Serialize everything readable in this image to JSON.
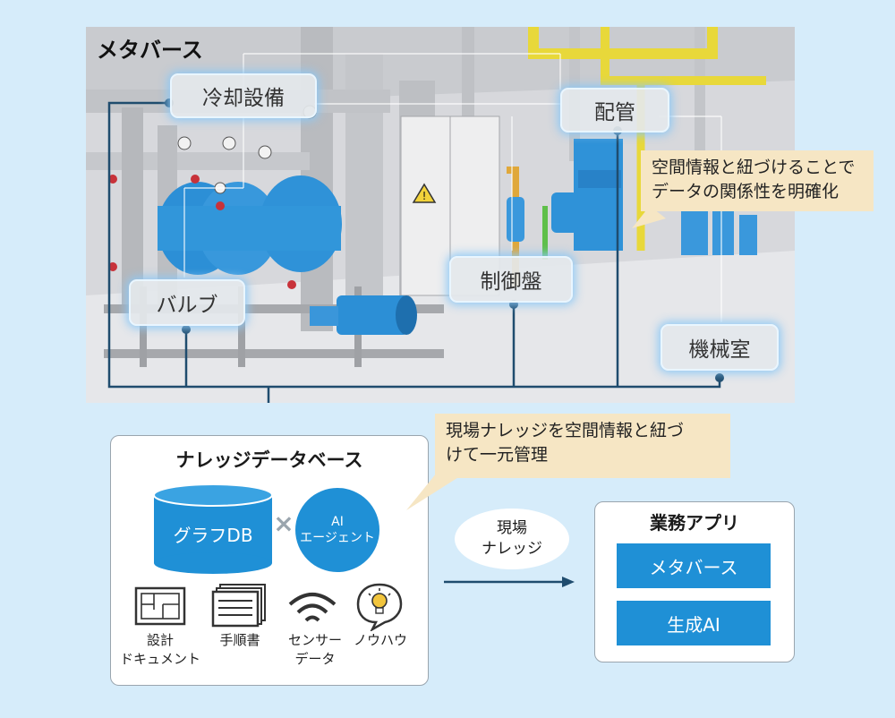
{
  "metaverse": {
    "title": "メタバース",
    "tags": {
      "cooling": "冷却設備",
      "piping": "配管",
      "valve": "バルブ",
      "control_panel": "制御盤",
      "machine_room": "機械室"
    },
    "callout": {
      "line1": "空間情報と紐づけることで",
      "line2": "データの関係性を明確化"
    }
  },
  "knowledge_db": {
    "title": "ナレッジデータベース",
    "graph_db": "グラフDB",
    "times": "×",
    "ai_agent": {
      "line1": "AI",
      "line2": "エージェント"
    },
    "sources": [
      {
        "icon": "blueprint-icon",
        "line1": "設計",
        "line2": "ドキュメント"
      },
      {
        "icon": "document-stack-icon",
        "line1": "手順書",
        "line2": ""
      },
      {
        "icon": "wifi-signal-icon",
        "line1": "センサー",
        "line2": "データ"
      },
      {
        "icon": "lightbulb-speech-icon",
        "line1": "ノウハウ",
        "line2": ""
      }
    ],
    "callout": {
      "line1": "現場ナレッジを空間情報と紐づ",
      "line2": "けて一元管理"
    }
  },
  "flow": {
    "line1": "現場",
    "line2": "ナレッジ"
  },
  "business_apps": {
    "title": "業務アプリ",
    "items": [
      "メタバース",
      "生成AI"
    ]
  },
  "colors": {
    "accent_blue": "#1f90d6",
    "line_navy": "#1f4c6e",
    "callout_bg": "#f6e6c4",
    "background": "#d6ecfa"
  }
}
